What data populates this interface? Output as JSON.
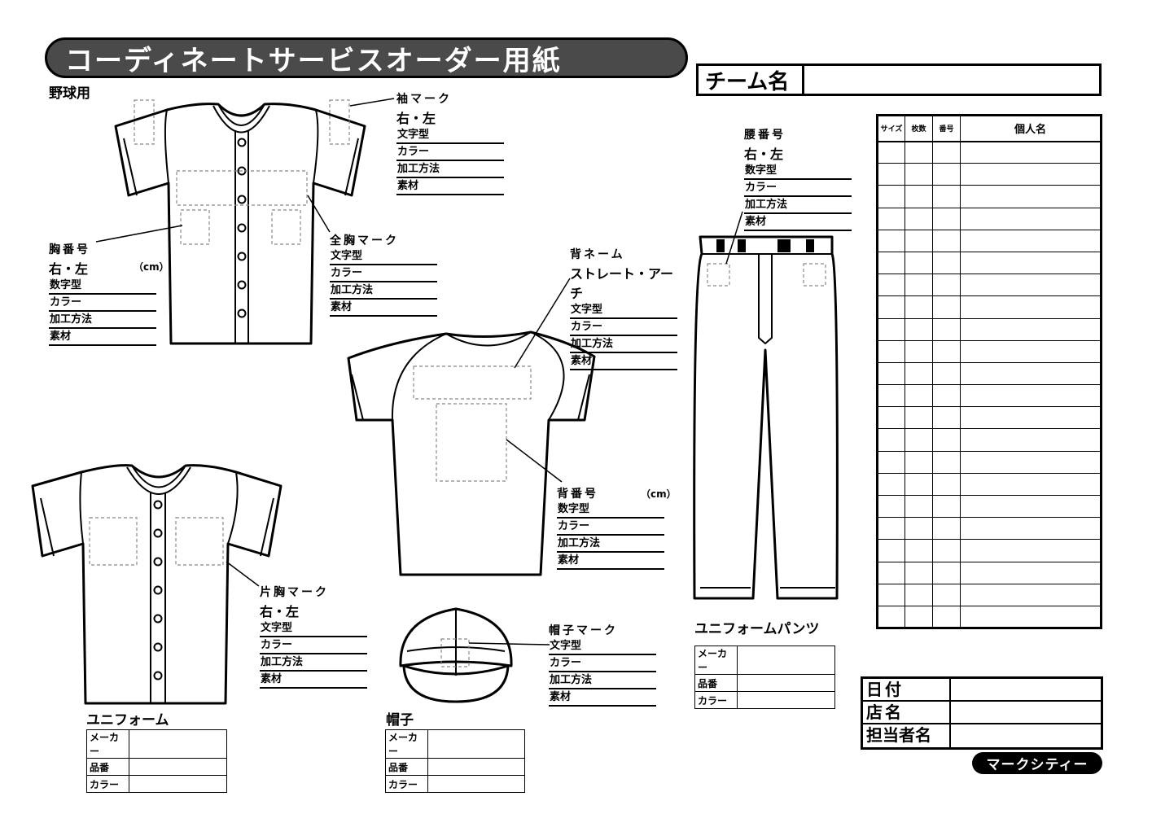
{
  "title": "コーディネートサービスオーダー用紙",
  "subtitle": "野球用",
  "team": {
    "label": "チーム名",
    "value": ""
  },
  "sleeve_mark": {
    "head": "袖マーク",
    "side": "右・左",
    "fields": [
      "文字型",
      "カラー",
      "加工方法",
      "素材"
    ]
  },
  "chest_number": {
    "head": "胸番号",
    "side": "右・左",
    "unit": "（cm）",
    "fields": [
      "数字型",
      "カラー",
      "加工方法",
      "素材"
    ]
  },
  "full_chest_mark": {
    "head": "全胸マーク",
    "fields": [
      "文字型",
      "カラー",
      "加工方法",
      "素材"
    ]
  },
  "back_name": {
    "head": "背ネーム",
    "side": "ストレート・アーチ",
    "fields": [
      "文字型",
      "カラー",
      "加工方法",
      "素材"
    ]
  },
  "back_number": {
    "head": "背番号",
    "unit": "（cm）",
    "fields": [
      "数字型",
      "カラー",
      "加工方法",
      "素材"
    ]
  },
  "hip_number": {
    "head": "腰番号",
    "side": "右・左",
    "fields": [
      "数字型",
      "カラー",
      "加工方法",
      "素材"
    ]
  },
  "one_chest_mark": {
    "head": "片胸マーク",
    "side": "右・左",
    "fields": [
      "文字型",
      "カラー",
      "加工方法",
      "素材"
    ]
  },
  "cap_mark": {
    "head": "帽子マーク",
    "fields": [
      "文字型",
      "カラー",
      "加工方法",
      "素材"
    ]
  },
  "uniform": {
    "title": "ユニフォーム",
    "rows": [
      "メーカー",
      "品番",
      "カラー"
    ]
  },
  "cap": {
    "title": "帽子",
    "rows": [
      "メーカー",
      "品番",
      "カラー"
    ]
  },
  "pants": {
    "title": "ユニフォームパンツ",
    "rows": [
      "メーカー",
      "品番",
      "カラー"
    ]
  },
  "roster": {
    "headers": [
      "サイズ",
      "枚数",
      "番号",
      "個人名"
    ],
    "row_count": 22
  },
  "signature": {
    "rows": [
      "日付",
      "店名",
      "担当者名"
    ]
  },
  "brand": "マークシティー"
}
